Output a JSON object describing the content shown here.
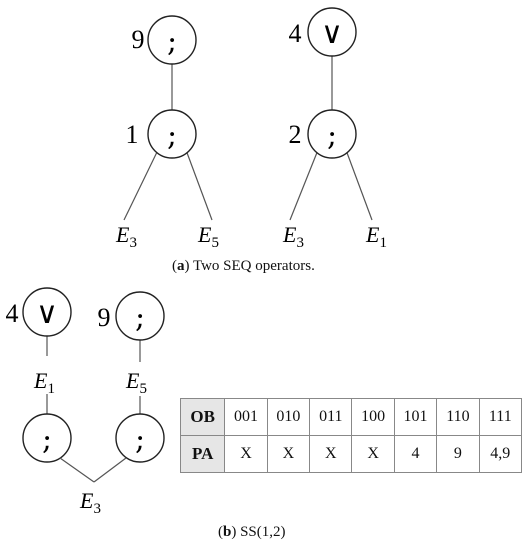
{
  "panel_a": {
    "caption_tag": "a",
    "caption_text": " Two SEQ operators.",
    "left_tree": {
      "root": {
        "label": "9",
        "op": ";"
      },
      "child": {
        "label": "1",
        "op": ";"
      },
      "leaves": [
        {
          "base": "E",
          "sub": "3"
        },
        {
          "base": "E",
          "sub": "5"
        }
      ]
    },
    "right_tree": {
      "root": {
        "label": "4",
        "op": "∨"
      },
      "child": {
        "label": "2",
        "op": ";"
      },
      "leaves": [
        {
          "base": "E",
          "sub": "3"
        },
        {
          "base": "E",
          "sub": "1"
        }
      ]
    }
  },
  "panel_b": {
    "caption_tag": "b",
    "caption_text": " SS(1,2)",
    "left_chain": {
      "top": {
        "label": "4",
        "op": "∨"
      },
      "edge_label": {
        "base": "E",
        "sub": "1"
      },
      "bottom": {
        "op": ";"
      }
    },
    "right_chain": {
      "top": {
        "label": "9",
        "op": ";"
      },
      "edge_label": {
        "base": "E",
        "sub": "5"
      },
      "bottom": {
        "op": ";"
      }
    },
    "shared_leaf": {
      "base": "E",
      "sub": "3"
    },
    "table": {
      "rows": [
        {
          "header": "OB",
          "cells": [
            "001",
            "010",
            "011",
            "100",
            "101",
            "110",
            "111"
          ]
        },
        {
          "header": "PA",
          "cells": [
            "X",
            "X",
            "X",
            "X",
            "4",
            "9",
            "4,9"
          ]
        }
      ]
    }
  }
}
